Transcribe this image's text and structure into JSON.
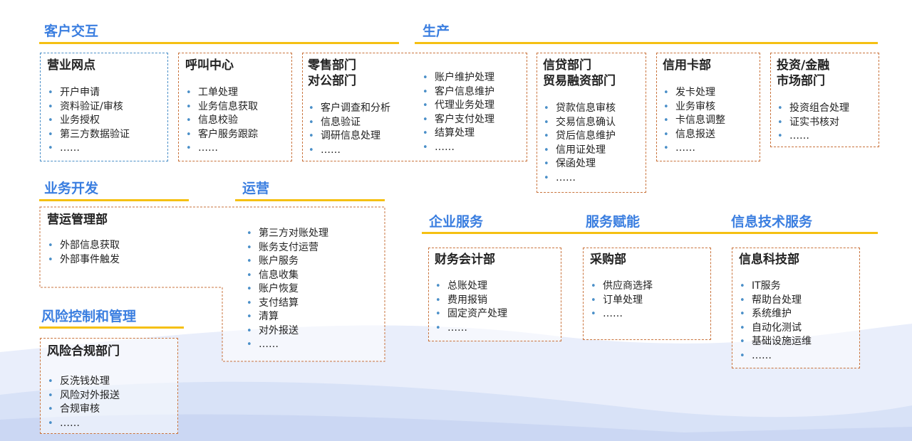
{
  "sections": {
    "customer": "客户交互",
    "production": "生产",
    "bizdev": "业务开发",
    "operations": "运营",
    "risk": "风险控制和管理",
    "enterprise": "企业服务",
    "enablement": "服务赋能",
    "it": "信息技术服务"
  },
  "depts": {
    "branch": {
      "name": "营业网点",
      "items": [
        "开户申请",
        "资料验证/审核",
        "业务授权",
        "第三方数据验证",
        "……"
      ]
    },
    "callcenter": {
      "name": "呼叫中心",
      "items": [
        "工单处理",
        "业务信息获取",
        "信息校验",
        "客户服务跟踪",
        "……"
      ]
    },
    "retail": {
      "name1": "零售部门",
      "name2": "对公部门",
      "items_left": [
        "客户调查和分析",
        "信息验证",
        "调研信息处理",
        "……"
      ],
      "items_right": [
        "账户维护处理",
        "客户信息维护",
        "代理业务处理",
        "客户支付处理",
        "结算处理",
        "……"
      ]
    },
    "credit": {
      "name1": "信贷部门",
      "name2": "贸易融资部门",
      "items": [
        "贷款信息审核",
        "交易信息确认",
        "贷后信息维护",
        "信用证处理",
        "保函处理",
        "……"
      ]
    },
    "card": {
      "name": "信用卡部",
      "items": [
        "发卡处理",
        "业务审核",
        "卡信息调整",
        "信息报送",
        "……"
      ]
    },
    "invest": {
      "name1": "投资/金融",
      "name2": "市场部门",
      "items": [
        "投资组合处理",
        "证实书核对",
        "……"
      ]
    },
    "opsmgmt": {
      "name": "营运管理部",
      "items": [
        "外部信息获取",
        "外部事件触发"
      ]
    },
    "ops": {
      "items": [
        "第三方对账处理",
        " 账务支付运营",
        "账户服务",
        "信息收集",
        "账户恢复",
        "支付结算",
        "清算",
        "对外报送",
        "……"
      ]
    },
    "riskdept": {
      "name": "风险合规部门",
      "items": [
        "反洗钱处理",
        "风险对外报送",
        "合规审核",
        "……"
      ]
    },
    "finance": {
      "name": "财务会计部",
      "items": [
        "总账处理",
        "费用报销",
        "固定资产处理",
        "……"
      ]
    },
    "purchase": {
      "name": "采购部",
      "items": [
        "供应商选择",
        "订单处理",
        "……"
      ]
    },
    "itdept": {
      "name": "信息科技部",
      "items": [
        "IT服务",
        "帮助台处理",
        "系统维护",
        "自动化测试",
        "基础设施运维",
        "……"
      ]
    }
  },
  "colors": {
    "accent_title": "#3a7ee0",
    "underline": "#f5c012",
    "box_border": "#c9733c",
    "box_border_blue": "#4a8fc8",
    "bullet": "#4a8fc8"
  }
}
